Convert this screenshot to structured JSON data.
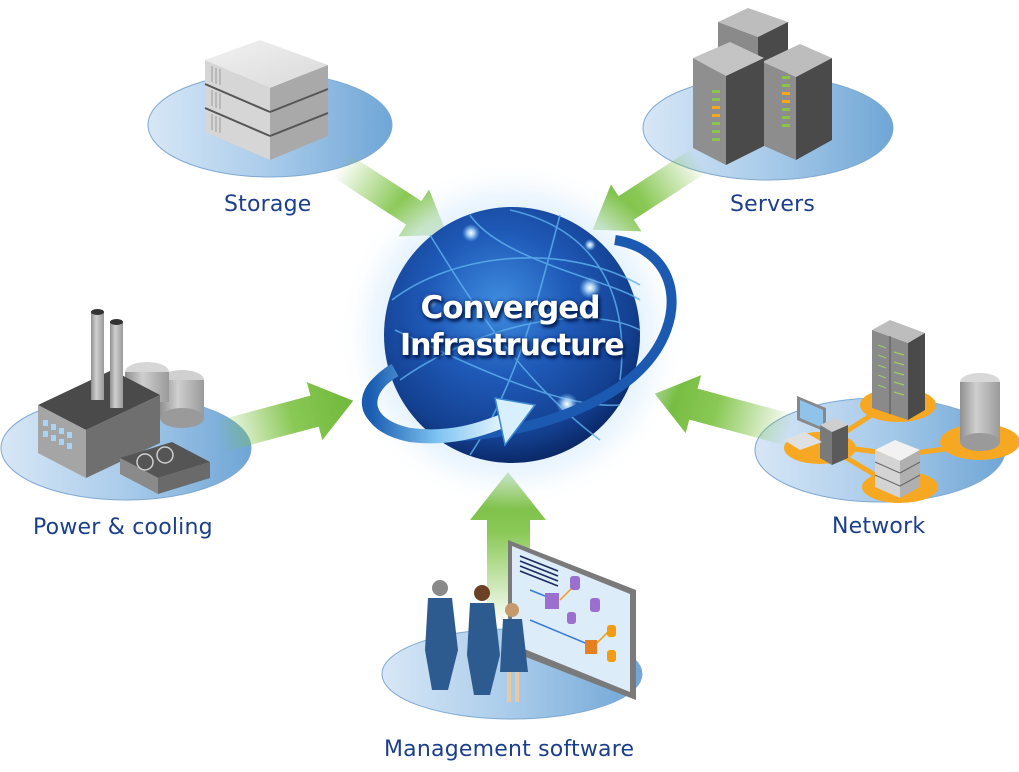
{
  "diagram": {
    "center": {
      "title_line1": "Converged",
      "title_line2": "Infrastructure",
      "icon": "globe-icon"
    },
    "components": [
      {
        "id": "storage",
        "label": "Storage",
        "icon": "storage-icon",
        "arrow_direction": "to-center"
      },
      {
        "id": "servers",
        "label": "Servers",
        "icon": "server-rack-icon",
        "arrow_direction": "to-center"
      },
      {
        "id": "power-cooling",
        "label": "Power & cooling",
        "icon": "factory-icon",
        "arrow_direction": "to-center"
      },
      {
        "id": "network",
        "label": "Network",
        "icon": "network-icon",
        "arrow_direction": "to-center"
      },
      {
        "id": "management-software",
        "label": "Management software",
        "icon": "people-dashboard-icon",
        "arrow_direction": "to-center"
      }
    ],
    "colors": {
      "label_text": "#1c3f8c",
      "platform": "#8db8e0",
      "arrow": "#7cc242",
      "globe": "#1d4fa8",
      "network_node": "#f7a823"
    }
  }
}
